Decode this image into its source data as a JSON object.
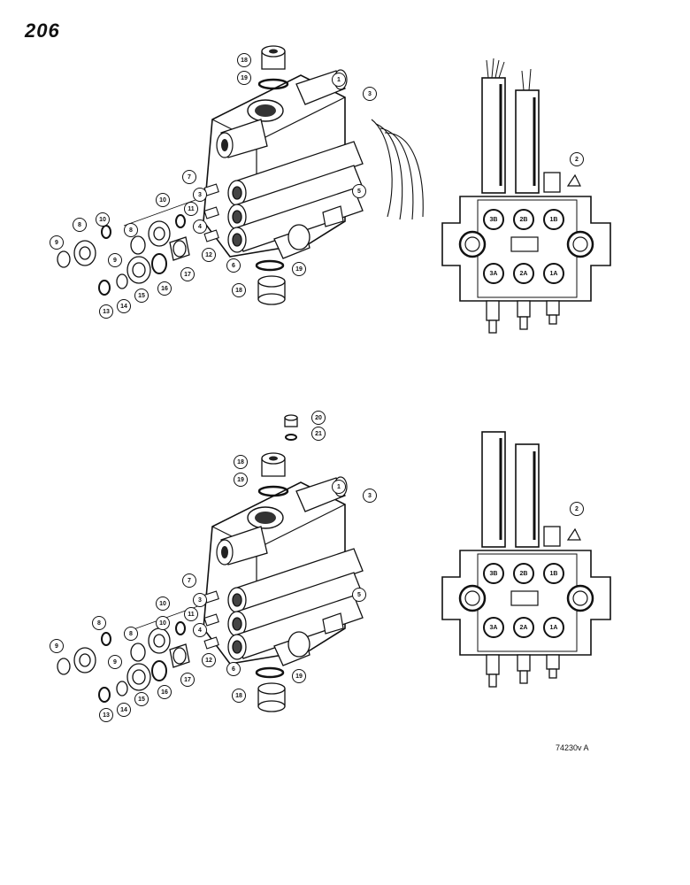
{
  "page": {
    "number": "206",
    "figure_code": "74230v A"
  },
  "top_view": {
    "callouts": [
      "18",
      "19",
      "1",
      "3",
      "7",
      "10",
      "3",
      "11",
      "4",
      "5",
      "8",
      "10",
      "8",
      "9",
      "9",
      "12",
      "6",
      "19",
      "13",
      "14",
      "15",
      "16",
      "17",
      "18"
    ]
  },
  "bottom_view": {
    "callouts": [
      "20",
      "21",
      "18",
      "19",
      "1",
      "3",
      "7",
      "10",
      "3",
      "11",
      "4",
      "5",
      "8",
      "10",
      "8",
      "9",
      "9",
      "12",
      "6",
      "19",
      "13",
      "14",
      "15",
      "16",
      "17",
      "18"
    ]
  },
  "top_valve": {
    "spool_labels": [
      "3B",
      "2B",
      "1B",
      "3A",
      "2A",
      "1A"
    ],
    "callout": "2"
  },
  "bottom_valve": {
    "spool_labels": [
      "3B",
      "2B",
      "1B",
      "3A",
      "2A",
      "1A"
    ],
    "callout": "2"
  }
}
